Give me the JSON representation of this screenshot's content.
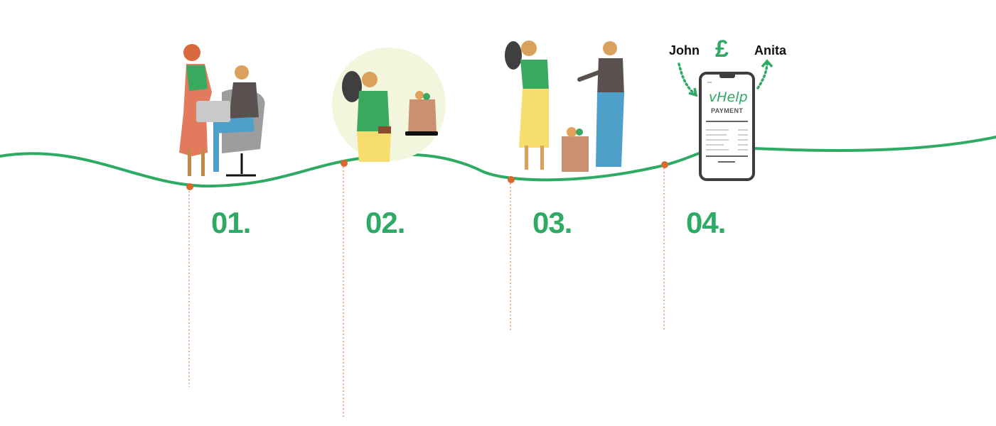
{
  "colors": {
    "wave": "#2eaa64",
    "marker": "#d9692e",
    "number": "#2eaa64",
    "accent": "#2eaa64"
  },
  "steps": [
    {
      "number": "01.",
      "icon": "people-laptop-scene-icon"
    },
    {
      "number": "02.",
      "icon": "shopping-bag-scene-icon"
    },
    {
      "number": "03.",
      "icon": "groceries-handover-scene-icon"
    },
    {
      "number": "04.",
      "icon": "phone-payment-scene-icon"
    }
  ],
  "payment": {
    "sender": "John",
    "receiver": "Anita",
    "currency_symbol": "£",
    "app_brand": "vHelp",
    "screen_label": "PAYMENT"
  }
}
